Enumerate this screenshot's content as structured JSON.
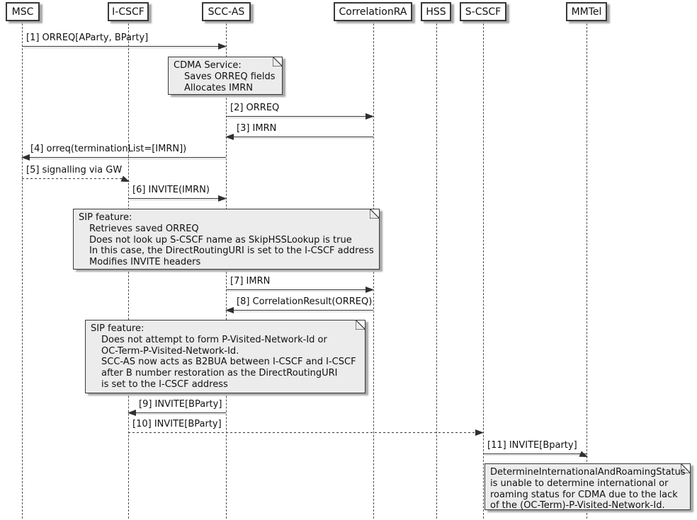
{
  "diagram": {
    "type": "uml-sequence",
    "participants": [
      "MSC",
      "I-CSCF",
      "SCC-AS",
      "CorrelationRA",
      "HSS",
      "S-CSCF",
      "MMTel"
    ],
    "messages": [
      {
        "label": "[1] ORREQ[AParty, BParty]",
        "from": "MSC",
        "to": "SCC-AS",
        "line": "solid"
      },
      {
        "label": "[2] ORREQ",
        "from": "SCC-AS",
        "to": "CorrelationRA",
        "line": "solid"
      },
      {
        "label": "[3] IMRN",
        "from": "CorrelationRA",
        "to": "SCC-AS",
        "line": "solid"
      },
      {
        "label": "[4] orreq(terminationList=[IMRN])",
        "from": "SCC-AS",
        "to": "MSC",
        "line": "solid"
      },
      {
        "label": "[5] signalling via GW",
        "from": "MSC",
        "to": "I-CSCF",
        "line": "dashed"
      },
      {
        "label": "[6] INVITE(IMRN)",
        "from": "I-CSCF",
        "to": "SCC-AS",
        "line": "solid"
      },
      {
        "label": "[7] IMRN",
        "from": "SCC-AS",
        "to": "CorrelationRA",
        "line": "solid"
      },
      {
        "label": "[8] CorrelationResult(ORREQ)",
        "from": "CorrelationRA",
        "to": "SCC-AS",
        "line": "solid"
      },
      {
        "label": "[9] INVITE[BParty]",
        "from": "SCC-AS",
        "to": "I-CSCF",
        "line": "solid"
      },
      {
        "label": "[10] INVITE[BParty]",
        "from": "I-CSCF",
        "to": "S-CSCF",
        "line": "dashed"
      },
      {
        "label": "[11] INVITE[Bparty]",
        "from": "S-CSCF",
        "to": "MMTel",
        "line": "solid"
      }
    ],
    "notes": [
      {
        "anchor": "SCC-AS",
        "lines": [
          "CDMA Service:",
          "Saves ORREQ fields",
          "Allocates IMRN"
        ]
      },
      {
        "anchor": "SCC-AS",
        "lines": [
          "SIP feature:",
          "Retrieves saved ORREQ",
          "Does not look up S-CSCF name as SkipHSSLookup is true",
          "In this case, the DirectRoutingURI is set to the I-CSCF address",
          "Modifies INVITE headers"
        ]
      },
      {
        "anchor": "SCC-AS",
        "lines": [
          "SIP feature:",
          "Does not attempt to form P-Visited-Network-Id or",
          "OC-Term-P-Visited-Network-Id.",
          "SCC-AS now acts as B2BUA between I-CSCF and I-CSCF",
          "after B number restoration as the DirectRoutingURI",
          "is set to the I-CSCF address"
        ]
      },
      {
        "anchor": "MMTel",
        "lines": [
          "DetermineInternationalAndRoamingStatus",
          "is unable to determine international or",
          "roaming status for CDMA due to the lack",
          "of the (OC-Term)-P-Visited-Network-Id."
        ]
      }
    ],
    "colors": {
      "background": "#FFFFFF",
      "participant_fill": "#FEFEFE",
      "note_fill": "#ECECEC",
      "border": "#383838",
      "text": "#111111",
      "shadow": "#A6A6A6"
    }
  }
}
